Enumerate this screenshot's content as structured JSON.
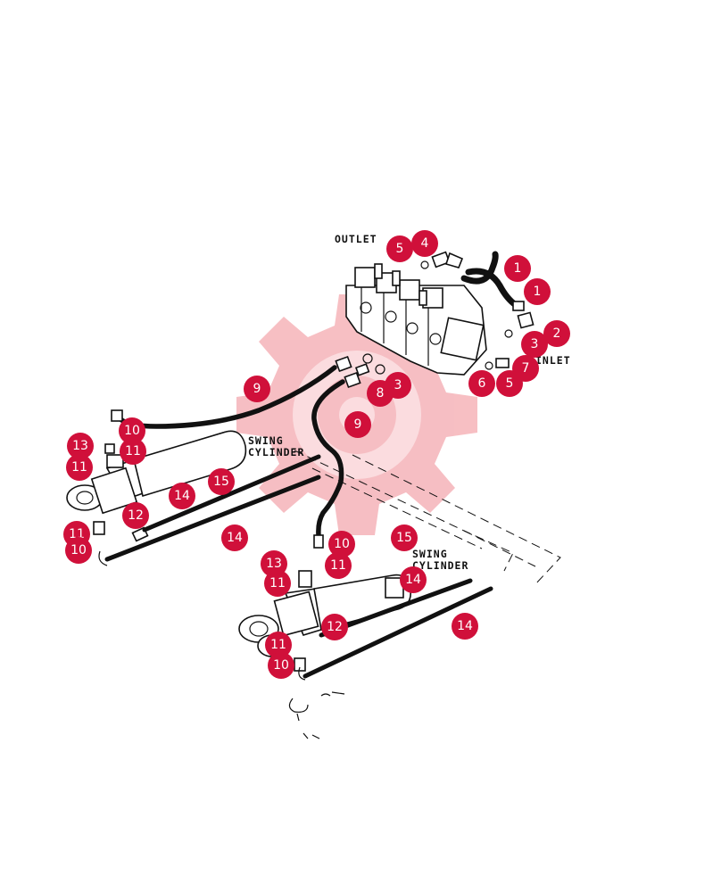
{
  "labels": {
    "outlet": "OUTLET",
    "inlet": "INLET",
    "swing_cylinder_1": [
      "SWING",
      "CYLINDER"
    ],
    "swing_cylinder_2": [
      "SWING",
      "CYLINDER"
    ]
  },
  "callouts": [
    {
      "id": "c1",
      "num": "4"
    },
    {
      "id": "c2",
      "num": "5"
    },
    {
      "id": "c3",
      "num": "1"
    },
    {
      "id": "c4",
      "num": "1"
    },
    {
      "id": "c5",
      "num": "2"
    },
    {
      "id": "c6",
      "num": "3"
    },
    {
      "id": "c7",
      "num": "7"
    },
    {
      "id": "c8",
      "num": "5"
    },
    {
      "id": "c9",
      "num": "6"
    },
    {
      "id": "c10",
      "num": "3"
    },
    {
      "id": "c11",
      "num": "8"
    },
    {
      "id": "c12",
      "num": "9"
    },
    {
      "id": "c13",
      "num": "9"
    },
    {
      "id": "c14",
      "num": "10"
    },
    {
      "id": "c15",
      "num": "13"
    },
    {
      "id": "c16",
      "num": "11"
    },
    {
      "id": "c17",
      "num": "11"
    },
    {
      "id": "c18",
      "num": "15"
    },
    {
      "id": "c19",
      "num": "14"
    },
    {
      "id": "c20",
      "num": "12"
    },
    {
      "id": "c21",
      "num": "11"
    },
    {
      "id": "c22",
      "num": "10"
    },
    {
      "id": "c23",
      "num": "14"
    },
    {
      "id": "c24",
      "num": "10"
    },
    {
      "id": "c25",
      "num": "15"
    },
    {
      "id": "c26",
      "num": "13"
    },
    {
      "id": "c27",
      "num": "11"
    },
    {
      "id": "c28",
      "num": "11"
    },
    {
      "id": "c29",
      "num": "14"
    },
    {
      "id": "c30",
      "num": "12"
    },
    {
      "id": "c31",
      "num": "11"
    },
    {
      "id": "c32",
      "num": "14"
    },
    {
      "id": "c33",
      "num": "10"
    }
  ],
  "colors": {
    "badge": "#d0103a",
    "watermark": "#f6b8bd",
    "ink": "#111111"
  }
}
